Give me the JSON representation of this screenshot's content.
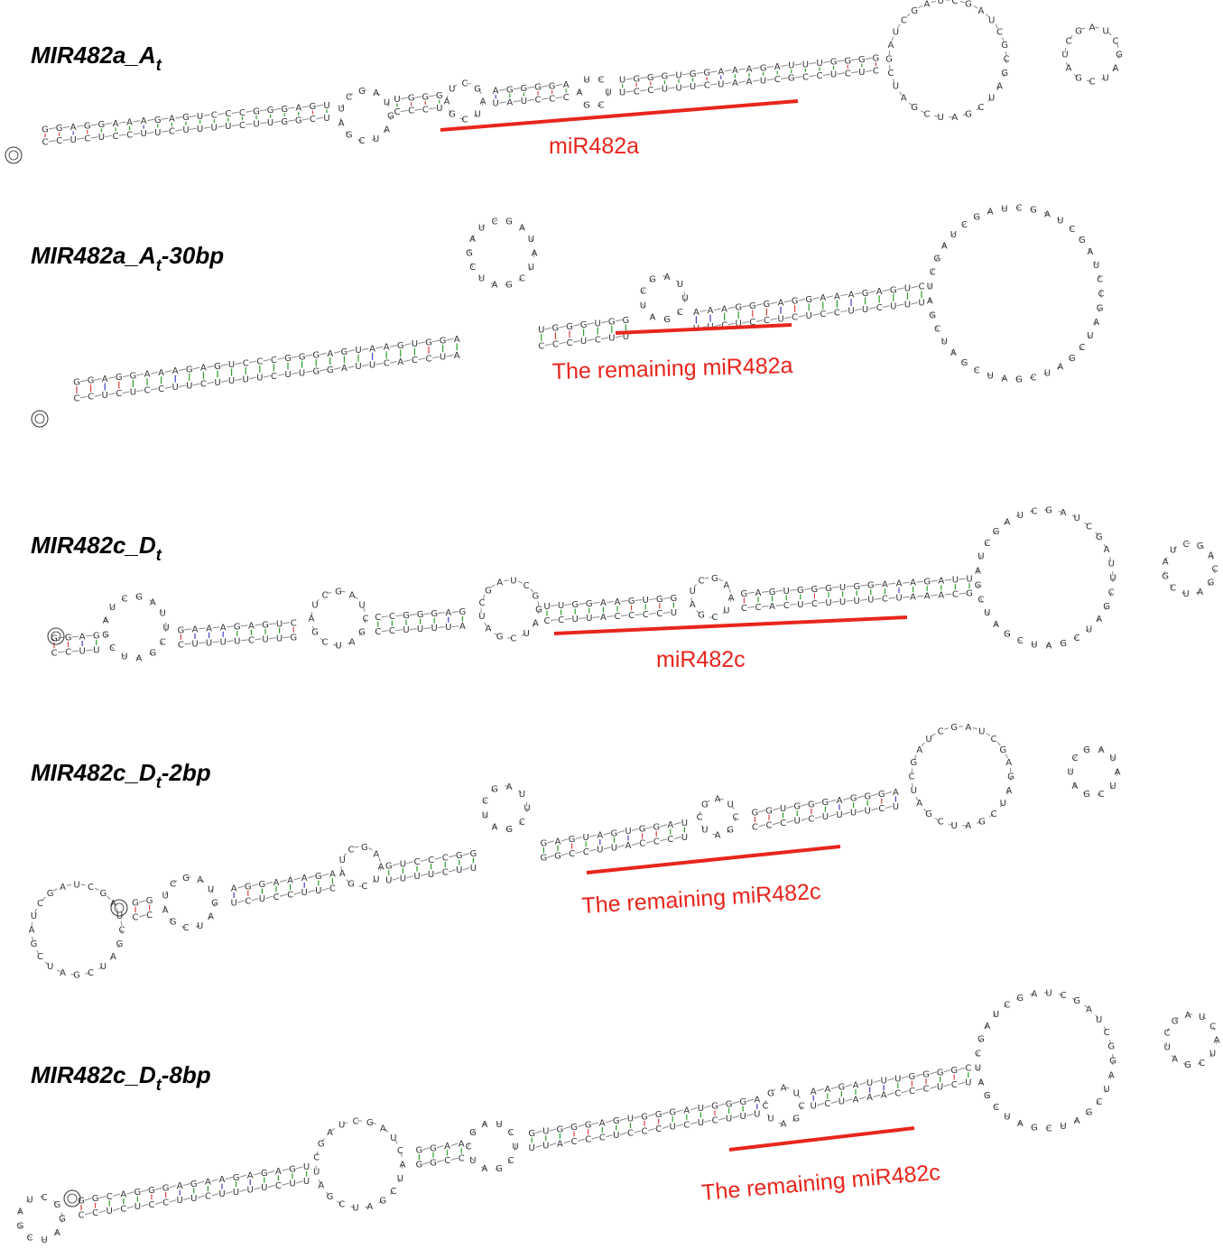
{
  "panels": [
    {
      "name_main": "MIR482a_A",
      "name_sub": "t",
      "name_suffix": "",
      "label": "miR482a"
    },
    {
      "name_main": "MIR482a_A",
      "name_sub": "t",
      "name_suffix": "-30bp",
      "label": "The remaining miR482a"
    },
    {
      "name_main": "MIR482c_D",
      "name_sub": "t",
      "name_suffix": "",
      "label": "miR482c"
    },
    {
      "name_main": "MIR482c_D",
      "name_sub": "t",
      "name_suffix": "-2bp",
      "label": "The remaining miR482c"
    },
    {
      "name_main": "MIR482c_D",
      "name_sub": "t",
      "name_suffix": "-8bp",
      "label": "The remaining miR482c"
    }
  ],
  "colors": {
    "highlight": "#e8251c",
    "pair_gc": "#e04040",
    "pair_au": "#4040c8",
    "pair_gu": "#2aa02a",
    "backbone": "#8a8a8a"
  },
  "stems": {
    "p1": {
      "top": "GGAGGAAAGAGUCCCGGGAGU UGGGAGGGGAUGGGUGGAAAGAUUUGG",
      "bottom": "CCUCUCCUUCUUUUCUUGG CUCCCUUAUCCCUCCUUUCUAAUCG"
    },
    "p2": {
      "top": "GGAGGAAAGAGUCCCGGGAGU AAGUGG AUGGGUGGAAAG",
      "bottom": "CCUCUCCUUCUUUUCUUGGA UUCACC UACCCUCUUUUCU"
    },
    "p3": {
      "top": "GGAGGAAAGAGUCCCGGGAGUU GGAAGUGGGAGUGGGUGGAAAGAUUUGG",
      "bottom": "CCUUCUUUUCUUGCCUUUUA CCUUACCCCUCCACUCUUUUCUAAACG"
    },
    "p4": {
      "top": "GGAGGAAAGAGUCCCGGGAGU AGUGGAUGGUGGGAGGGAAAGAUUUGG",
      "bottom": "CCUCUCCUUCUUUUCUUGG CCUUACCCUCCCUCUUUUCUAAAC"
    },
    "p5": {
      "top": "GGCAGGGAGAAGAGAGUGGAAGUGGGAGUGGGAUGGGAAAGAUUUGG",
      "bottom": "CCUCUCCUUCUUUUCUUGGCCUUACCCUCCCUCUCUUUUCUAAAC"
    }
  }
}
